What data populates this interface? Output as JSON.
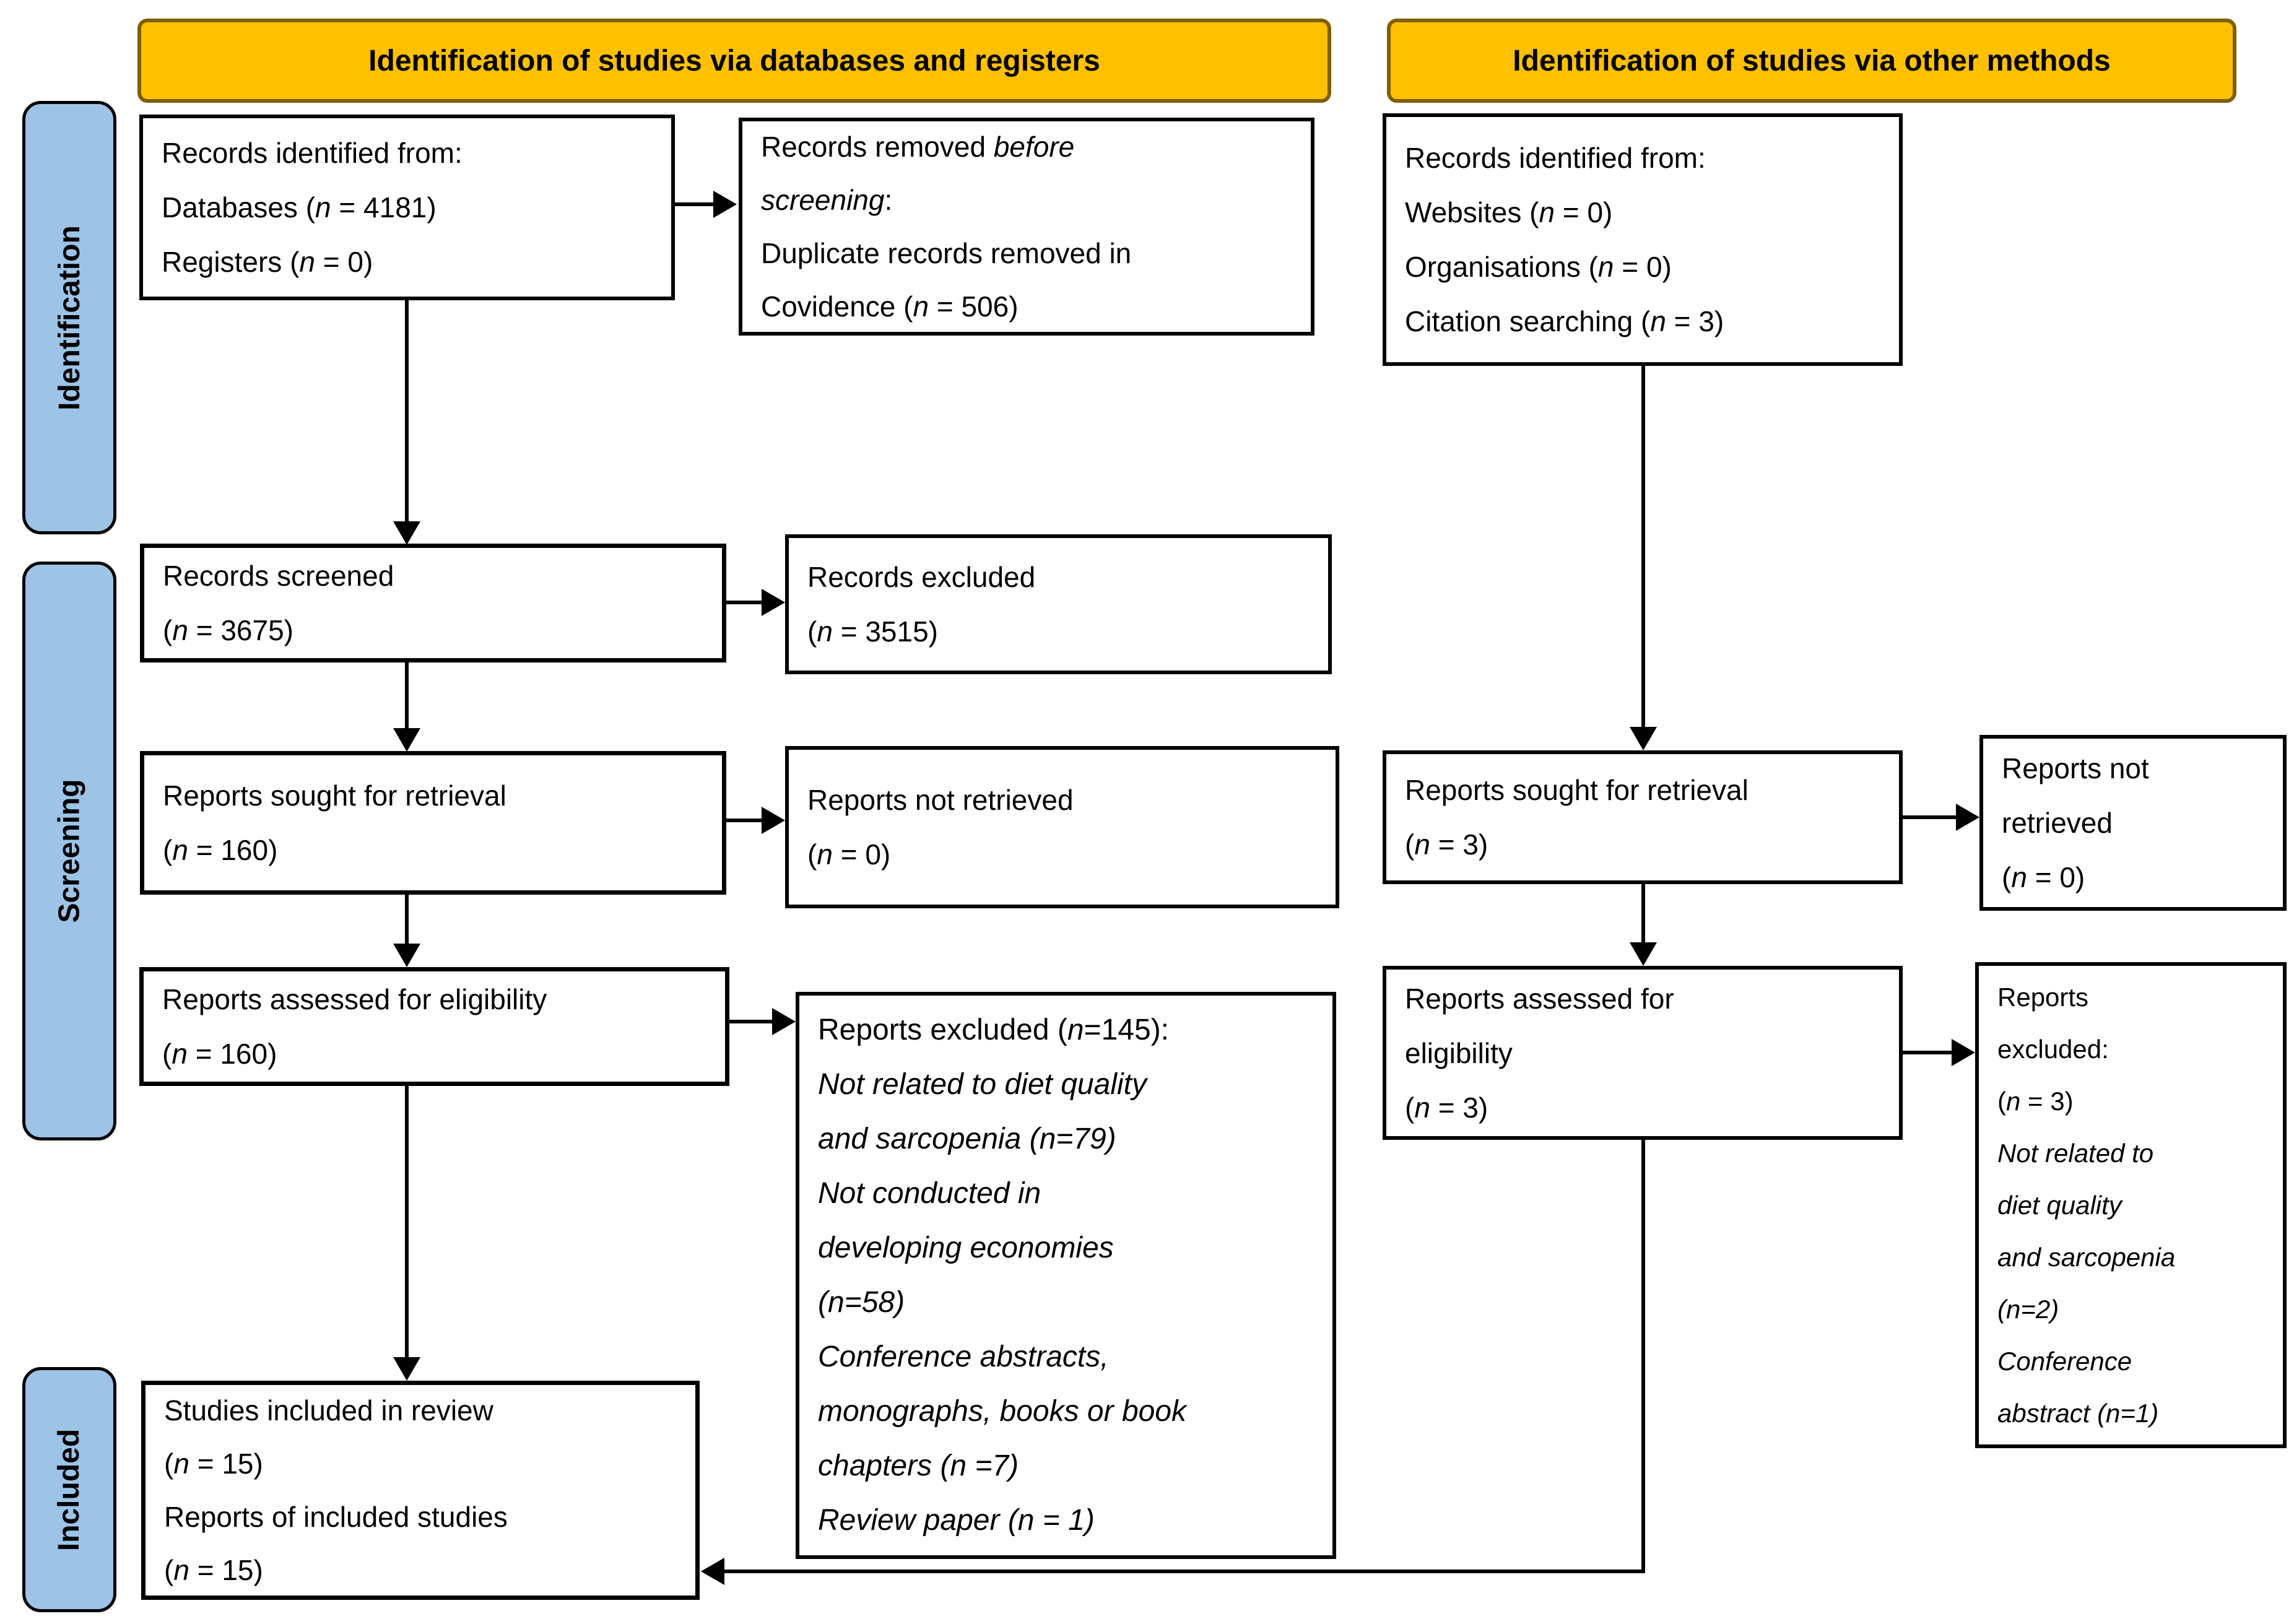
{
  "colors": {
    "header_bg": "#FFC000",
    "header_border": "#7F6000",
    "sidebar_bg": "#9DC3E6",
    "box_border": "#000000",
    "arrow": "#000000"
  },
  "headers": {
    "left": "Identification of studies via databases and registers",
    "right": "Identification of studies via other methods"
  },
  "sidebar": {
    "identification": "Identification",
    "screening": "Screening",
    "included": "Included"
  },
  "boxes": {
    "records_db": {
      "lines": [
        [
          {
            "t": "Records identified from:"
          }
        ],
        [
          {
            "t": "Databases ("
          },
          {
            "t": "n",
            "i": true
          },
          {
            "t": " = 4181)"
          }
        ],
        [
          {
            "t": "Registers ("
          },
          {
            "t": "n",
            "i": true
          },
          {
            "t": " = 0)"
          }
        ]
      ]
    },
    "records_removed": {
      "lines": [
        [
          {
            "t": "Records removed "
          },
          {
            "t": "before",
            "i": true
          }
        ],
        [
          {
            "t": "screening",
            "i": true
          },
          {
            "t": ":"
          }
        ],
        [
          {
            "t": "Duplicate records removed in"
          }
        ],
        [
          {
            "t": "Covidence ("
          },
          {
            "t": "n",
            "i": true
          },
          {
            "t": " = 506)"
          }
        ]
      ]
    },
    "records_other": {
      "lines": [
        [
          {
            "t": "Records identified from:"
          }
        ],
        [
          {
            "t": "Websites ("
          },
          {
            "t": "n",
            "i": true
          },
          {
            "t": " = 0)"
          }
        ],
        [
          {
            "t": "Organisations ("
          },
          {
            "t": "n",
            "i": true
          },
          {
            "t": " = 0)"
          }
        ],
        [
          {
            "t": "Citation searching ("
          },
          {
            "t": "n",
            "i": true
          },
          {
            "t": " = 3)"
          }
        ]
      ]
    },
    "records_screened": {
      "lines": [
        [
          {
            "t": "Records screened"
          }
        ],
        [
          {
            "t": "("
          },
          {
            "t": "n",
            "i": true
          },
          {
            "t": " = 3675)"
          }
        ]
      ]
    },
    "records_excluded": {
      "lines": [
        [
          {
            "t": "Records excluded"
          }
        ],
        [
          {
            "t": "("
          },
          {
            "t": "n",
            "i": true
          },
          {
            "t": " = 3515)"
          }
        ]
      ]
    },
    "reports_sought": {
      "lines": [
        [
          {
            "t": "Reports sought for retrieval"
          }
        ],
        [
          {
            "t": "("
          },
          {
            "t": "n",
            "i": true
          },
          {
            "t": " = 160)"
          }
        ]
      ]
    },
    "reports_not_retrieved": {
      "lines": [
        [
          {
            "t": "Reports not retrieved"
          }
        ],
        [
          {
            "t": "("
          },
          {
            "t": "n",
            "i": true
          },
          {
            "t": " = 0)"
          }
        ]
      ]
    },
    "reports_assessed": {
      "lines": [
        [
          {
            "t": "Reports assessed for eligibility"
          }
        ],
        [
          {
            "t": "("
          },
          {
            "t": "n",
            "i": true
          },
          {
            "t": " = 160)"
          }
        ]
      ]
    },
    "reports_excluded_main": {
      "lines": [
        [
          {
            "t": "Reports excluded ("
          },
          {
            "t": "n",
            "i": true
          },
          {
            "t": "=145):"
          }
        ],
        [
          {
            "t": "Not related to diet quality",
            "i": true
          }
        ],
        [
          {
            "t": "and sarcopenia (n=79)",
            "i": true
          }
        ],
        [
          {
            "t": "Not conducted in",
            "i": true
          }
        ],
        [
          {
            "t": "developing economies",
            "i": true
          }
        ],
        [
          {
            "t": "(n=58)",
            "i": true
          }
        ],
        [
          {
            "t": "Conference abstracts,",
            "i": true
          }
        ],
        [
          {
            "t": "monographs, books or book",
            "i": true
          }
        ],
        [
          {
            "t": "chapters (n =7)",
            "i": true
          }
        ],
        [
          {
            "t": "Review paper (n = 1)",
            "i": true
          }
        ]
      ]
    },
    "reports_sought_other": {
      "lines": [
        [
          {
            "t": "Reports sought for retrieval"
          }
        ],
        [
          {
            "t": "("
          },
          {
            "t": "n",
            "i": true
          },
          {
            "t": " = 3)"
          }
        ]
      ]
    },
    "reports_not_retrieved_other": {
      "lines": [
        [
          {
            "t": "Reports not"
          }
        ],
        [
          {
            "t": "retrieved"
          }
        ],
        [
          {
            "t": "("
          },
          {
            "t": "n",
            "i": true
          },
          {
            "t": " = 0)"
          }
        ]
      ]
    },
    "reports_assessed_other": {
      "lines": [
        [
          {
            "t": "Reports assessed for"
          }
        ],
        [
          {
            "t": "eligibility"
          }
        ],
        [
          {
            "t": "("
          },
          {
            "t": "n",
            "i": true
          },
          {
            "t": " = 3)"
          }
        ]
      ]
    },
    "reports_excluded_other": {
      "lines": [
        [
          {
            "t": "Reports"
          }
        ],
        [
          {
            "t": "excluded:"
          }
        ],
        [
          {
            "t": "("
          },
          {
            "t": "n",
            "i": true
          },
          {
            "t": " = 3)"
          }
        ],
        [
          {
            "t": "Not related to",
            "i": true
          }
        ],
        [
          {
            "t": "diet quality",
            "i": true
          }
        ],
        [
          {
            "t": "and sarcopenia",
            "i": true
          }
        ],
        [
          {
            "t": "(n=2)",
            "i": true
          }
        ],
        [
          {
            "t": "Conference",
            "i": true
          }
        ],
        [
          {
            "t": "abstract (n=1)",
            "i": true
          }
        ]
      ]
    },
    "studies_included": {
      "lines": [
        [
          {
            "t": "Studies included in review"
          }
        ],
        [
          {
            "t": "("
          },
          {
            "t": "n",
            "i": true
          },
          {
            "t": " = 15)"
          }
        ],
        [
          {
            "t": "Reports of included studies"
          }
        ],
        [
          {
            "t": "("
          },
          {
            "t": "n",
            "i": true
          },
          {
            "t": " = 15)"
          }
        ]
      ]
    }
  }
}
